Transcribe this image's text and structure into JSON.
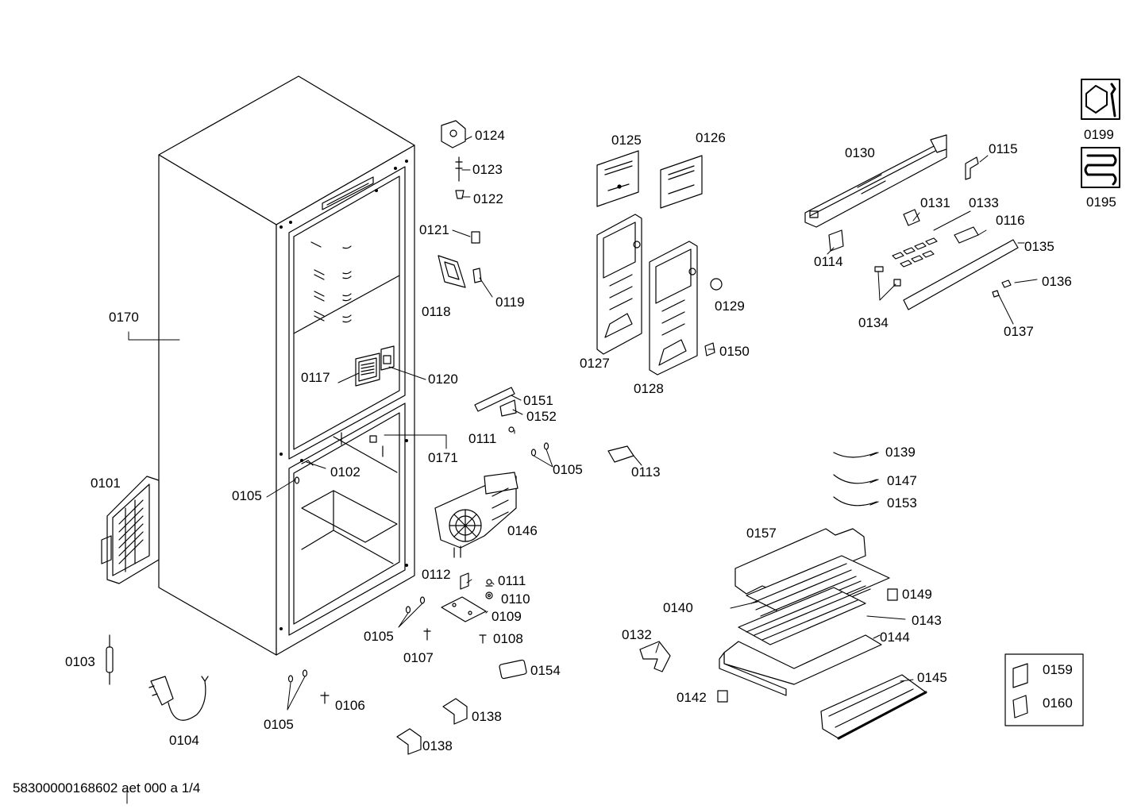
{
  "document_id": "58300000168602 aet 000 a 1/4",
  "labels": {
    "p0170": "0170",
    "p0101": "0101",
    "p0103": "0103",
    "p0104": "0104",
    "p0102": "0102",
    "p0105a": "0105",
    "p0105b": "0105",
    "p0105c": "0105",
    "p0105d": "0105",
    "p0106": "0106",
    "p0107": "0107",
    "p0108": "0108",
    "p0109": "0109",
    "p0110": "0110",
    "p0111a": "0111",
    "p0111b": "0111",
    "p0112": "0112",
    "p0113": "0113",
    "p0114": "0114",
    "p0115": "0115",
    "p0116": "0116",
    "p0117": "0117",
    "p0118": "0118",
    "p0119": "0119",
    "p0120": "0120",
    "p0121": "0121",
    "p0122": "0122",
    "p0123": "0123",
    "p0124": "0124",
    "p0125": "0125",
    "p0126": "0126",
    "p0127": "0127",
    "p0128": "0128",
    "p0129": "0129",
    "p0130": "0130",
    "p0131": "0131",
    "p0132": "0132",
    "p0133": "0133",
    "p0134": "0134",
    "p0135": "0135",
    "p0136": "0136",
    "p0137": "0137",
    "p0138a": "0138",
    "p0138b": "0138",
    "p0139": "0139",
    "p0140": "0140",
    "p0142": "0142",
    "p0143": "0143",
    "p0144": "0144",
    "p0145": "0145",
    "p0146": "0146",
    "p0147": "0147",
    "p0149": "0149",
    "p0150": "0150",
    "p0151": "0151",
    "p0152": "0152",
    "p0153": "0153",
    "p0154": "0154",
    "p0157": "0157",
    "p0159": "0159",
    "p0160": "0160",
    "p0171": "0171",
    "p0195": "0195",
    "p0199": "0199"
  },
  "icons": {
    "tools": "wrench-nut-icon",
    "coil": "heating-coil-icon"
  }
}
